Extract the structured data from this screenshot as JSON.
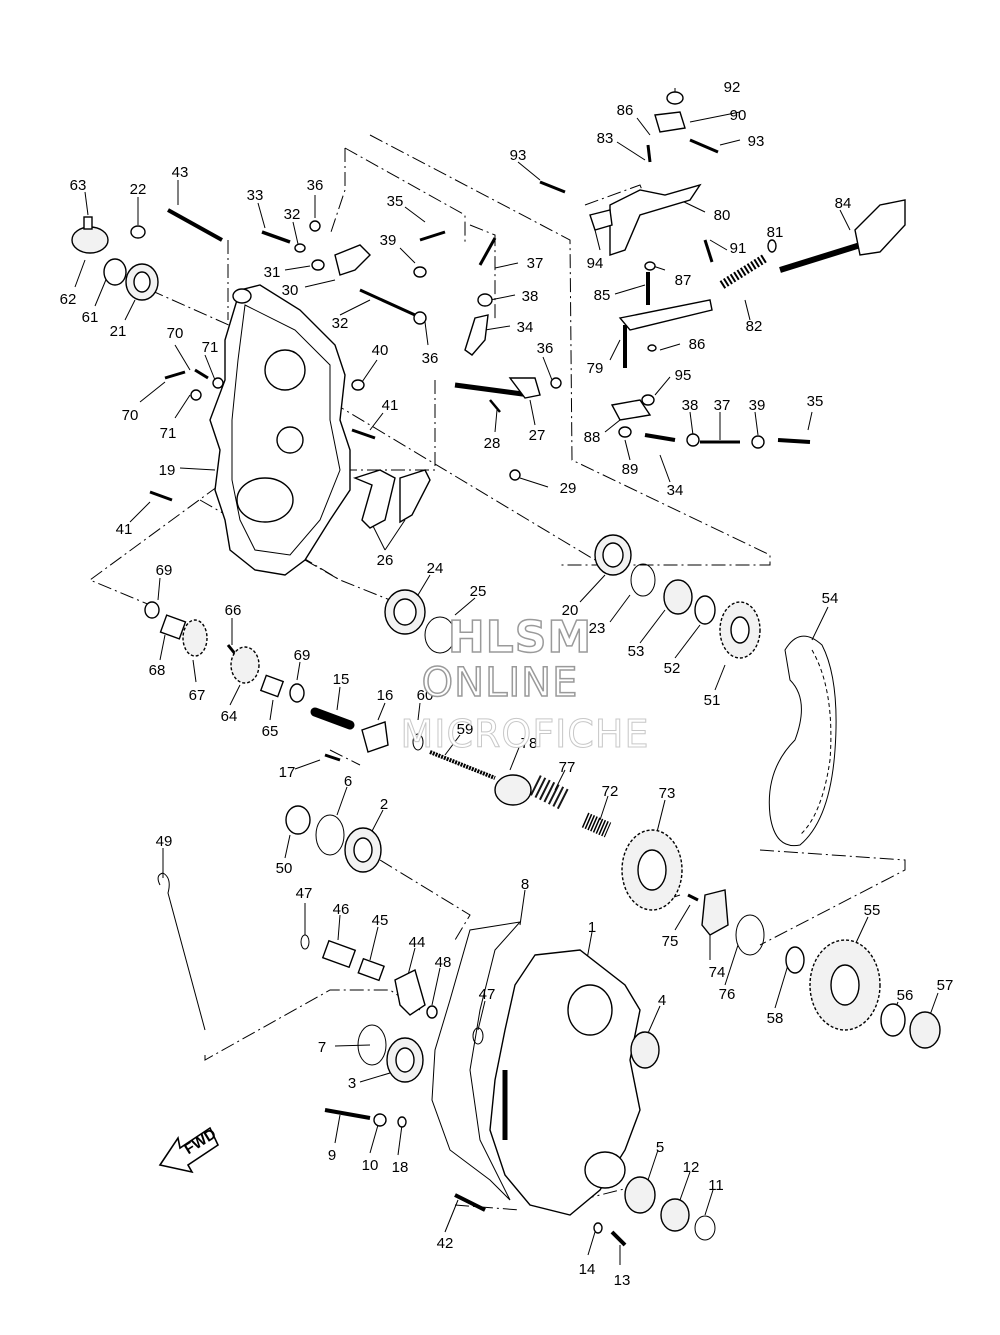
{
  "watermark": {
    "line1": "HLSM",
    "line2": "ONLINE",
    "line3": "MICROFICHE"
  },
  "fwd_label": "FWD",
  "callouts": [
    {
      "id": "92",
      "text": "92"
    },
    {
      "id": "86a",
      "text": "86"
    },
    {
      "id": "90",
      "text": "90"
    },
    {
      "id": "83",
      "text": "83"
    },
    {
      "id": "93a",
      "text": "93"
    },
    {
      "id": "93b",
      "text": "93"
    },
    {
      "id": "80",
      "text": "80"
    },
    {
      "id": "84",
      "text": "84"
    },
    {
      "id": "94",
      "text": "94"
    },
    {
      "id": "91",
      "text": "91"
    },
    {
      "id": "81",
      "text": "81"
    },
    {
      "id": "87",
      "text": "87"
    },
    {
      "id": "85",
      "text": "85"
    },
    {
      "id": "82",
      "text": "82"
    },
    {
      "id": "86b",
      "text": "86"
    },
    {
      "id": "79",
      "text": "79"
    },
    {
      "id": "95",
      "text": "95"
    },
    {
      "id": "38a",
      "text": "38"
    },
    {
      "id": "37a",
      "text": "37"
    },
    {
      "id": "39a",
      "text": "39"
    },
    {
      "id": "35a",
      "text": "35"
    },
    {
      "id": "88",
      "text": "88"
    },
    {
      "id": "89",
      "text": "89"
    },
    {
      "id": "34a",
      "text": "34"
    },
    {
      "id": "63",
      "text": "63"
    },
    {
      "id": "43",
      "text": "43"
    },
    {
      "id": "22",
      "text": "22"
    },
    {
      "id": "33",
      "text": "33"
    },
    {
      "id": "36a",
      "text": "36"
    },
    {
      "id": "32a",
      "text": "32"
    },
    {
      "id": "35b",
      "text": "35"
    },
    {
      "id": "39b",
      "text": "39"
    },
    {
      "id": "31",
      "text": "31"
    },
    {
      "id": "30",
      "text": "30"
    },
    {
      "id": "37b",
      "text": "37"
    },
    {
      "id": "62",
      "text": "62"
    },
    {
      "id": "61",
      "text": "61"
    },
    {
      "id": "21",
      "text": "21"
    },
    {
      "id": "38b",
      "text": "38"
    },
    {
      "id": "32b",
      "text": "32"
    },
    {
      "id": "34b",
      "text": "34"
    },
    {
      "id": "36b",
      "text": "36"
    },
    {
      "id": "40",
      "text": "40"
    },
    {
      "id": "36c",
      "text": "36"
    },
    {
      "id": "70a",
      "text": "70"
    },
    {
      "id": "71a",
      "text": "71"
    },
    {
      "id": "70b",
      "text": "70"
    },
    {
      "id": "71b",
      "text": "71"
    },
    {
      "id": "41a",
      "text": "41"
    },
    {
      "id": "28",
      "text": "28"
    },
    {
      "id": "27",
      "text": "27"
    },
    {
      "id": "19",
      "text": "19"
    },
    {
      "id": "29",
      "text": "29"
    },
    {
      "id": "41b",
      "text": "41"
    },
    {
      "id": "26",
      "text": "26"
    },
    {
      "id": "69a",
      "text": "69"
    },
    {
      "id": "24",
      "text": "24"
    },
    {
      "id": "25",
      "text": "25"
    },
    {
      "id": "20",
      "text": "20"
    },
    {
      "id": "23",
      "text": "23"
    },
    {
      "id": "54",
      "text": "54"
    },
    {
      "id": "66",
      "text": "66"
    },
    {
      "id": "68",
      "text": "68"
    },
    {
      "id": "67",
      "text": "67"
    },
    {
      "id": "69b",
      "text": "69"
    },
    {
      "id": "53",
      "text": "53"
    },
    {
      "id": "52",
      "text": "52"
    },
    {
      "id": "51",
      "text": "51"
    },
    {
      "id": "15",
      "text": "15"
    },
    {
      "id": "16",
      "text": "16"
    },
    {
      "id": "60",
      "text": "60"
    },
    {
      "id": "64",
      "text": "64"
    },
    {
      "id": "65",
      "text": "65"
    },
    {
      "id": "59",
      "text": "59"
    },
    {
      "id": "78",
      "text": "78"
    },
    {
      "id": "17",
      "text": "17"
    },
    {
      "id": "6",
      "text": "6"
    },
    {
      "id": "77",
      "text": "77"
    },
    {
      "id": "72",
      "text": "72"
    },
    {
      "id": "73",
      "text": "73"
    },
    {
      "id": "2",
      "text": "2"
    },
    {
      "id": "49",
      "text": "49"
    },
    {
      "id": "50",
      "text": "50"
    },
    {
      "id": "8",
      "text": "8"
    },
    {
      "id": "47a",
      "text": "47"
    },
    {
      "id": "46",
      "text": "46"
    },
    {
      "id": "45",
      "text": "45"
    },
    {
      "id": "1",
      "text": "1"
    },
    {
      "id": "44",
      "text": "44"
    },
    {
      "id": "75",
      "text": "75"
    },
    {
      "id": "55",
      "text": "55"
    },
    {
      "id": "48",
      "text": "48"
    },
    {
      "id": "47b",
      "text": "47"
    },
    {
      "id": "74",
      "text": "74"
    },
    {
      "id": "76",
      "text": "76"
    },
    {
      "id": "56",
      "text": "56"
    },
    {
      "id": "57",
      "text": "57"
    },
    {
      "id": "4",
      "text": "4"
    },
    {
      "id": "58",
      "text": "58"
    },
    {
      "id": "7",
      "text": "7"
    },
    {
      "id": "3",
      "text": "3"
    },
    {
      "id": "9",
      "text": "9"
    },
    {
      "id": "10",
      "text": "10"
    },
    {
      "id": "18",
      "text": "18"
    },
    {
      "id": "5",
      "text": "5"
    },
    {
      "id": "12",
      "text": "12"
    },
    {
      "id": "11",
      "text": "11"
    },
    {
      "id": "42",
      "text": "42"
    },
    {
      "id": "14",
      "text": "14"
    },
    {
      "id": "13",
      "text": "13"
    }
  ]
}
